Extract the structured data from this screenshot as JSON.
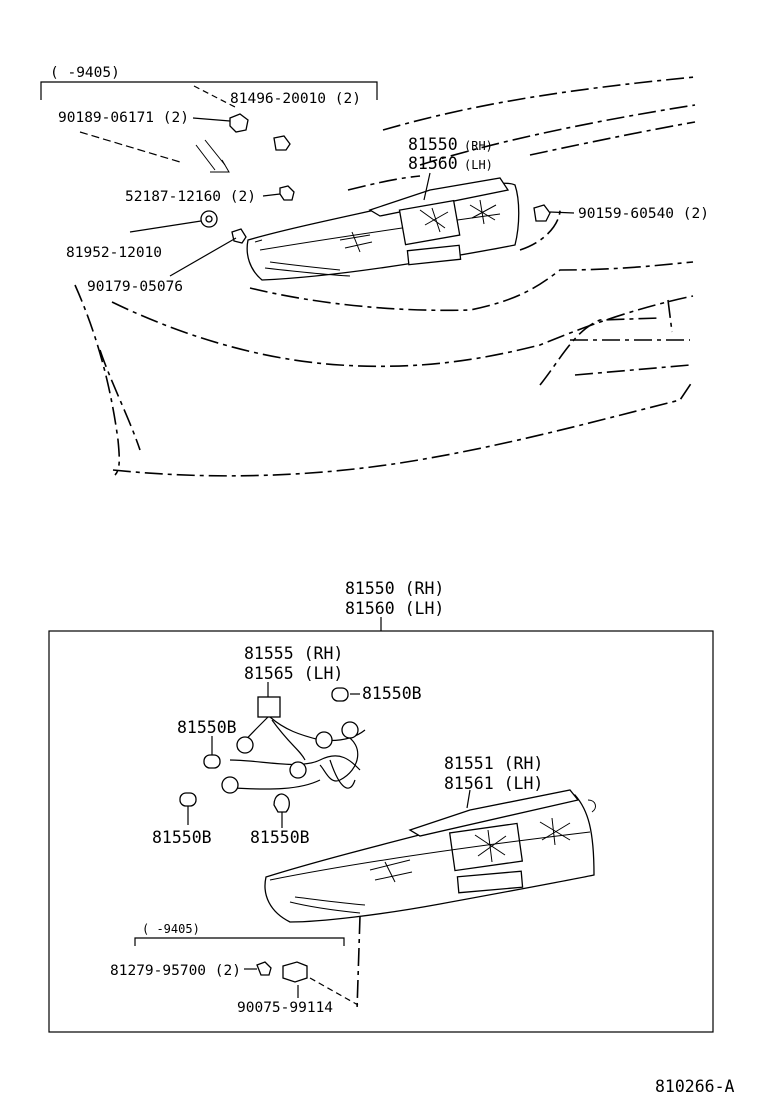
{
  "upper": {
    "bracket_date": "(      -9405)",
    "parts": {
      "p1": "81496-20010 (2)",
      "p2": "90189-06171 (2)",
      "p3_rh": "81550",
      "p3_rh_tag": "(RH)",
      "p3_lh": "81560",
      "p3_lh_tag": "(LH)",
      "p4": "52187-12160 (2)",
      "p5": "90159-60540 (2)",
      "p6": "81952-12010",
      "p7": "90179-05076"
    }
  },
  "lower": {
    "assembly_rh": "81550 (RH)",
    "assembly_lh": "81560 (LH)",
    "socket_rh": "81555 (RH)",
    "socket_lh": "81565 (LH)",
    "bulb_a": "81550B",
    "bulb_b": "81550B",
    "bulb_c": "81550B",
    "bulb_d": "81550B",
    "lens_rh": "81551 (RH)",
    "lens_lh": "81561 (LH)",
    "bracket_date": "(      -9405)",
    "screw": "81279-95700 (2)",
    "clip": "90075-99114"
  },
  "figure_id": "810266-A"
}
